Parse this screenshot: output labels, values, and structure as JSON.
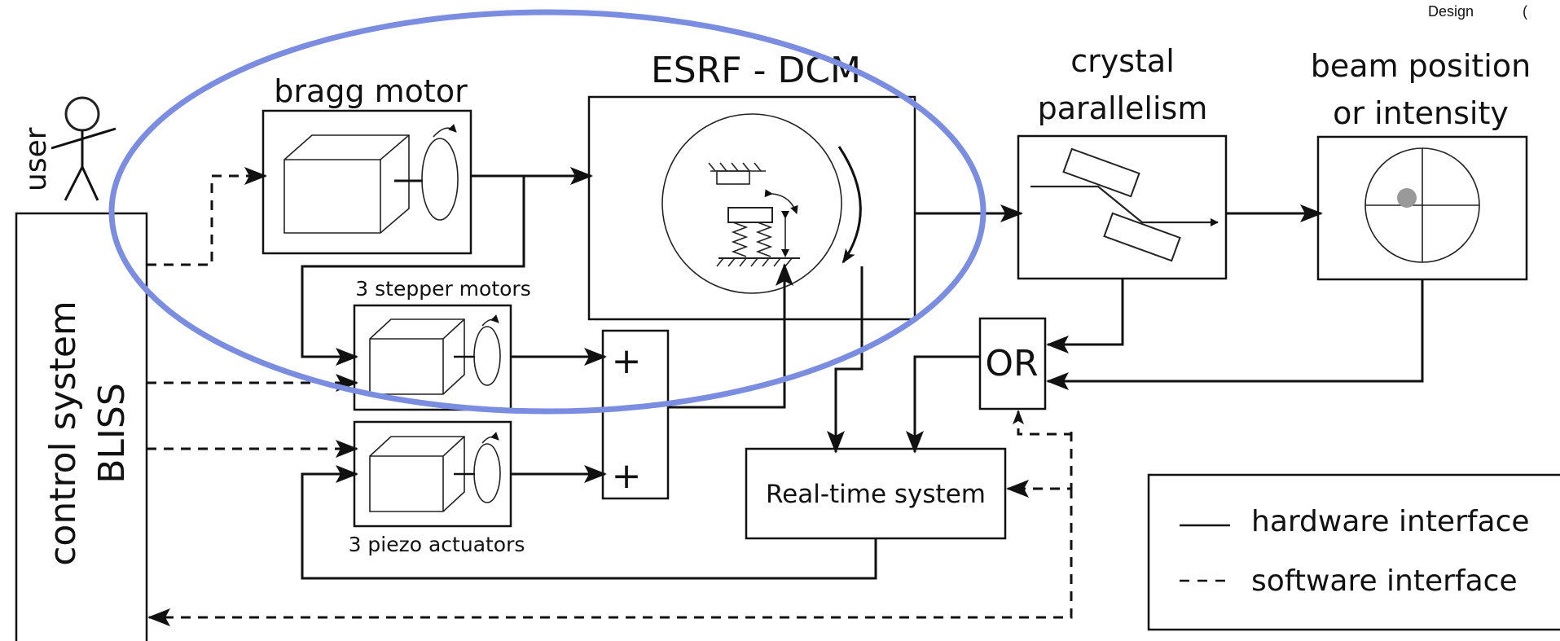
{
  "nav": {
    "design": "Design",
    "clipped": "("
  },
  "labels": {
    "user": "user",
    "control_system": "control system",
    "bliss": "BLISS",
    "bragg_motor": "bragg motor",
    "esrf_dcm": "ESRF - DCM",
    "crystal_line1": "crystal",
    "crystal_line2": "parallelism",
    "beam_line1": "beam position",
    "beam_line2": "or intensity",
    "stepper_motors": "3 stepper motors",
    "piezo_actuators": "3 piezo actuators",
    "plus_top": "+",
    "plus_bottom": "+",
    "or_gate": "OR",
    "realtime": "Real-time system",
    "legend_hardware": "hardware interface",
    "legend_software": "software interface"
  },
  "colors": {
    "highlight_ellipse": "#7b8de0",
    "line": "#111111",
    "target_dot": "#999999"
  }
}
